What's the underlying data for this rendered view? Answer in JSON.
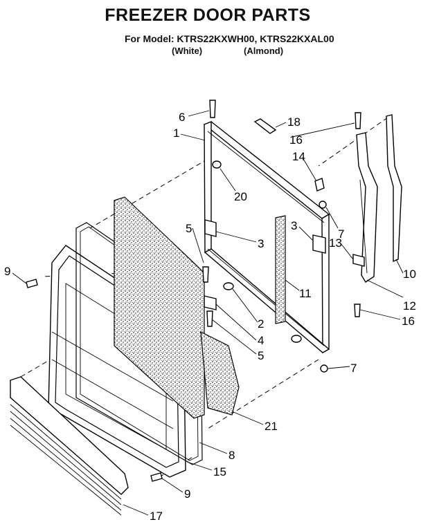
{
  "title": "FREEZER DOOR PARTS",
  "model_line": "For Model: KTRS22KXWH00, KTRS22KXAL00",
  "variants": [
    "(White)",
    "(Almond)"
  ],
  "callouts": [
    "6",
    "18",
    "1",
    "16",
    "14",
    "20",
    "7",
    "5",
    "3",
    "3",
    "13",
    "11",
    "9",
    "10",
    "12",
    "2",
    "16",
    "4",
    "5",
    "7",
    "21",
    "8",
    "15",
    "9",
    "17"
  ]
}
